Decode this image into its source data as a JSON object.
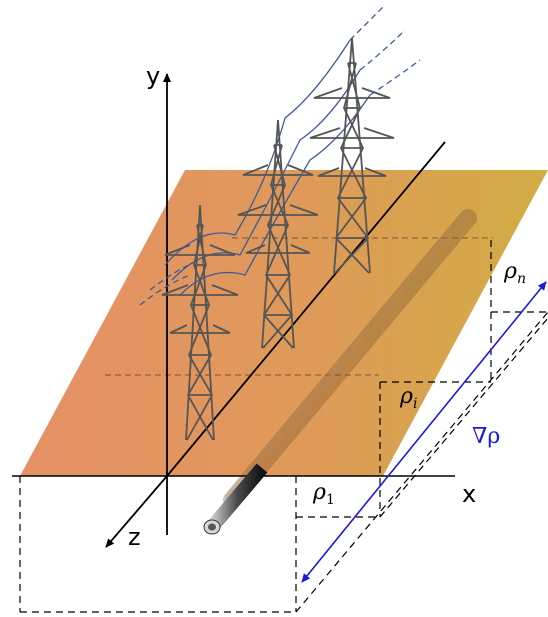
{
  "axes": {
    "x": "x",
    "y": "y",
    "z": "z"
  },
  "resistivity_labels": {
    "r1": "ρ",
    "r1_sub": "1",
    "ri": "ρ",
    "ri_sub": "i",
    "rn": "ρ",
    "rn_sub": "n"
  },
  "gradient_label": "∇ρ",
  "colors": {
    "plane_left": "#E58A5F",
    "plane_right": "#D2A53C",
    "gradient_arrow": "#1A1AE0",
    "tower": "#555555",
    "wire": "#3E5A9C",
    "pipe": "#3A3A3A"
  },
  "icons": [
    "transmission-tower-icon",
    "pipe-icon"
  ]
}
